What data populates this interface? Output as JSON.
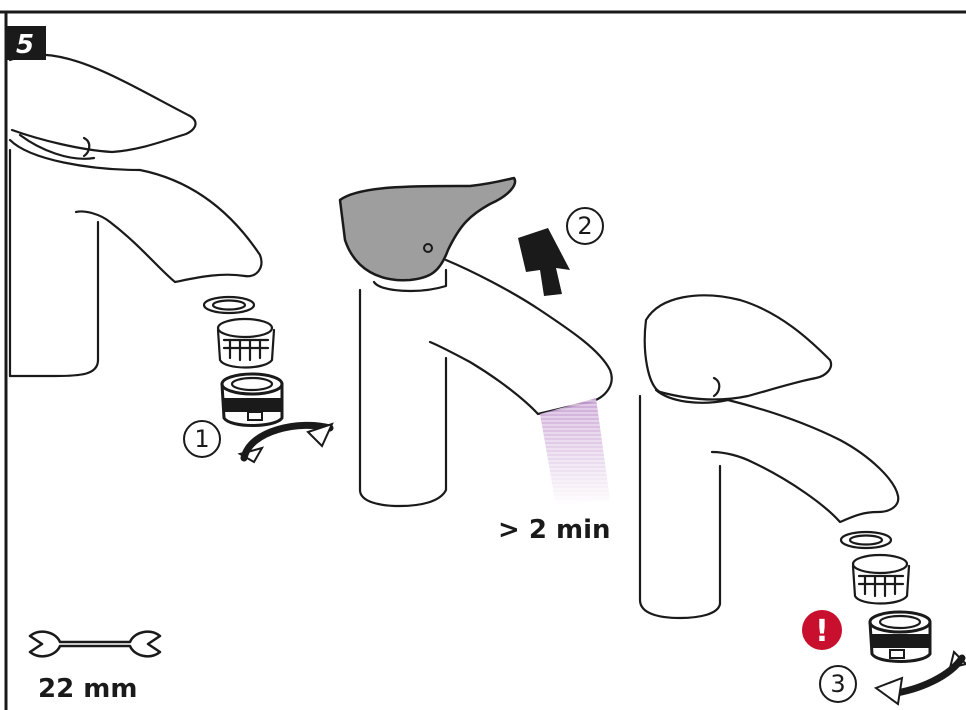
{
  "step_number": "5",
  "callouts": {
    "c1": "1",
    "c2": "2",
    "c3": "3"
  },
  "duration_label": "> 2 min",
  "wrench_size": "22 mm",
  "warning_symbol": "!",
  "icons": [
    "wrench-icon",
    "arrow-up-icon",
    "rotate-arrow-icon",
    "warning-icon"
  ],
  "colors": {
    "ink": "#1a1a1a",
    "lever_fill": "#9e9e9e",
    "water_stream": "#c9a3d4",
    "warning_red": "#c8102e",
    "step_badge": "#1a1a1a"
  }
}
